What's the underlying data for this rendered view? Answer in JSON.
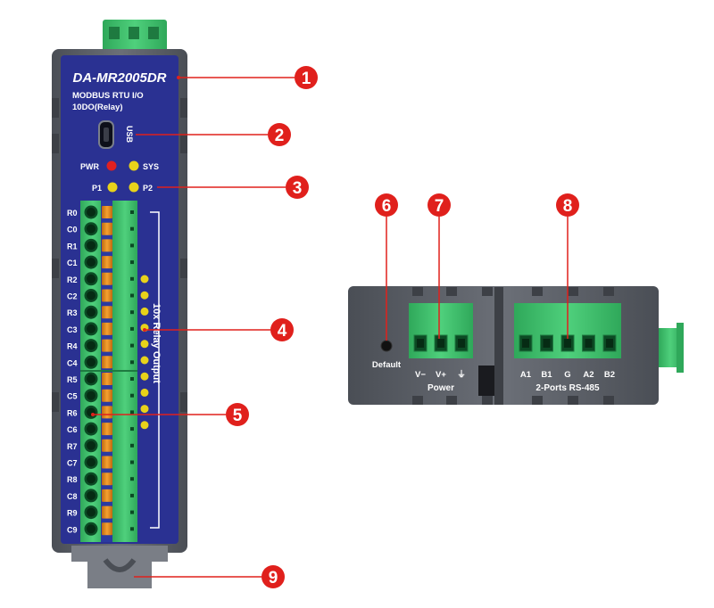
{
  "device": {
    "model": "DA-MR2005DR",
    "subtitle_line1": "MODBUS RTU I/O",
    "subtitle_line2": "10DO(Relay)",
    "usb_label": "USB",
    "leds": {
      "pwr": "PWR",
      "sys": "SYS",
      "p1": "P1",
      "p2": "P2"
    },
    "relay_side_label": "10x Relay Output",
    "terminals": [
      "R0",
      "C0",
      "R1",
      "C1",
      "R2",
      "C2",
      "R3",
      "C3",
      "R4",
      "C4",
      "R5",
      "C5",
      "R6",
      "C6",
      "R7",
      "C7",
      "R8",
      "C8",
      "R9",
      "C9"
    ]
  },
  "side_view": {
    "default_label": "Default",
    "power_pins": [
      "V−",
      "V+",
      "⏚"
    ],
    "power_label": "Power",
    "rs485_pins": [
      "A1",
      "B1",
      "G",
      "A2",
      "B2"
    ],
    "rs485_label": "2-Ports RS-485"
  },
  "callouts": [
    "1",
    "2",
    "3",
    "4",
    "5",
    "6",
    "7",
    "8",
    "9"
  ],
  "colors": {
    "panel_blue": "#2a3192",
    "housing_gray": "#5a5e66",
    "terminal_green": "#3dbf6a",
    "callout_red": "#e0201c",
    "led_yellow": "#e8d21a",
    "led_red": "#e02020"
  }
}
